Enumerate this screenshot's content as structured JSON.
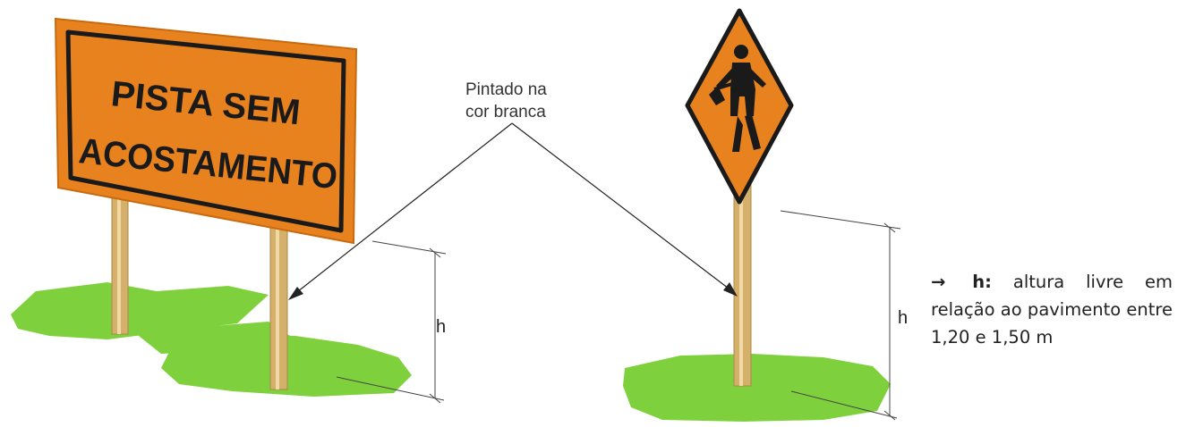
{
  "sign_left": {
    "line1": "PISTA SEM",
    "line2": "ACOSTAMENTO"
  },
  "callout": {
    "line1": "Pintado na",
    "line2": "cor branca"
  },
  "height_label_left": "h",
  "height_label_right": "h",
  "note": {
    "arrow": "→",
    "term": "h:",
    "text": "altura livre em relação ao pavimento entre 1,20 e 1,50 m"
  },
  "colors": {
    "sign_orange": "#E8821E",
    "sign_border": "#1a1a1a",
    "post": "#D4B06A",
    "grass": "#7ED13C",
    "grass_dark": "#5EA82A"
  },
  "icons": {
    "right_sign_symbol": "worker-with-shovel-icon"
  }
}
